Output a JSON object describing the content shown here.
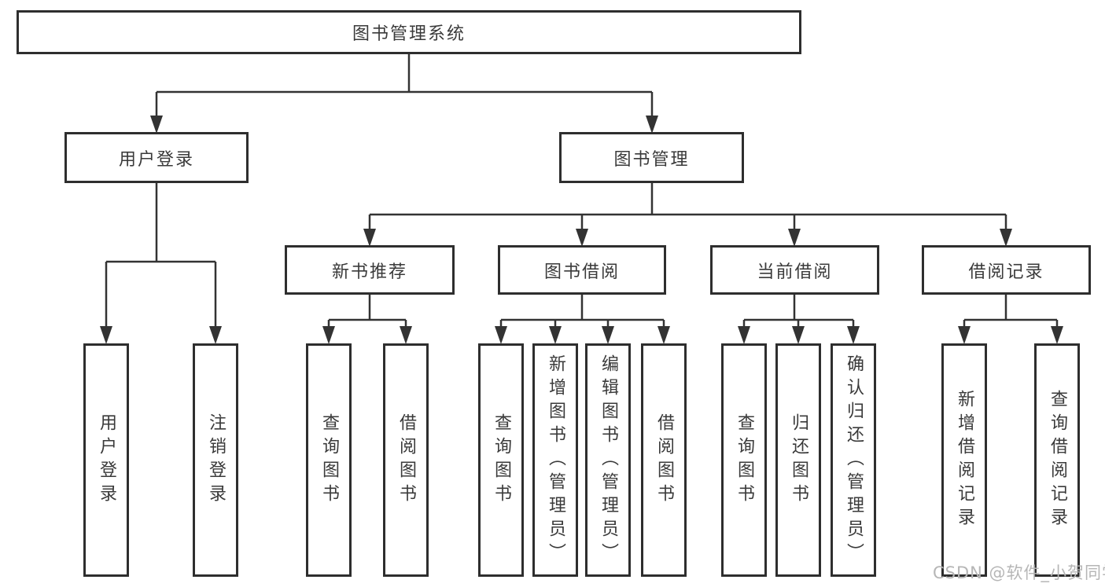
{
  "diagram": {
    "root_label": "图书管理系统",
    "branches": [
      {
        "label": "用户登录",
        "children": [
          "用户登录",
          "注销登录"
        ]
      },
      {
        "label": "图书管理",
        "modules": [
          {
            "label": "新书推荐",
            "children": [
              "查询图书",
              "借阅图书"
            ]
          },
          {
            "label": "图书借阅",
            "children": [
              "查询图书",
              "新增图书（管理员）",
              "编辑图书（管理员）",
              "借阅图书"
            ]
          },
          {
            "label": "当前借阅",
            "children": [
              "查询图书",
              "归还图书",
              "确认归还（管理员）"
            ]
          },
          {
            "label": "借阅记录",
            "children": [
              "新增借阅记录",
              "查询借阅记录"
            ]
          }
        ]
      }
    ],
    "colors": {
      "line": "#333333",
      "box_border": "#2e2e2e",
      "text": "#3a3a3a",
      "watermark": "#b6b6b6",
      "background": "#ffffff"
    }
  },
  "watermark": {
    "text": "CSDN @软件_小贺同学"
  }
}
